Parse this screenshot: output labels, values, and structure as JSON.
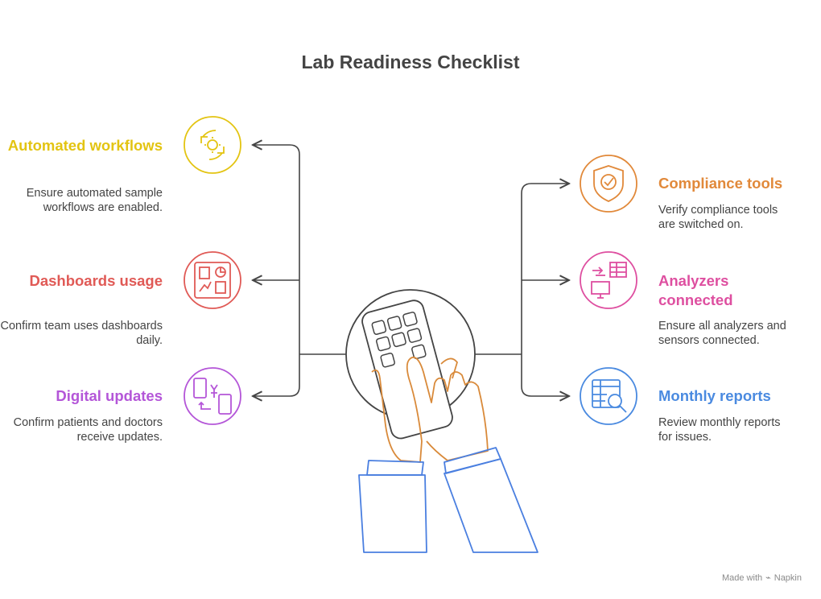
{
  "title": "Lab Readiness Checklist",
  "items": [
    {
      "title": "Automated workflows",
      "desc": "Ensure automated sample workflows are enabled.",
      "color": "#E3C412",
      "icon": "gear-cycle-icon"
    },
    {
      "title": "Dashboards usage",
      "desc": "Confirm team uses dashboards daily.",
      "color": "#E05A56",
      "icon": "dashboard-icon"
    },
    {
      "title": "Digital updates",
      "desc": "Confirm patients and doctors receive updates.",
      "color": "#B456D8",
      "icon": "mobile-sync-icon"
    },
    {
      "title": "Compliance tools",
      "desc": "Verify compliance tools are switched on.",
      "color": "#E1893A",
      "icon": "shield-check-icon"
    },
    {
      "title": "Analyzers connected",
      "desc": "Ensure all analyzers and sensors connected.",
      "color": "#DE4FA0",
      "icon": "monitor-table-icon"
    },
    {
      "title": "Monthly reports",
      "desc": "Review monthly reports for issues.",
      "color": "#4A8AE0",
      "icon": "report-search-icon"
    }
  ],
  "footer": {
    "made_with": "Made with",
    "brand": "Napkin"
  }
}
